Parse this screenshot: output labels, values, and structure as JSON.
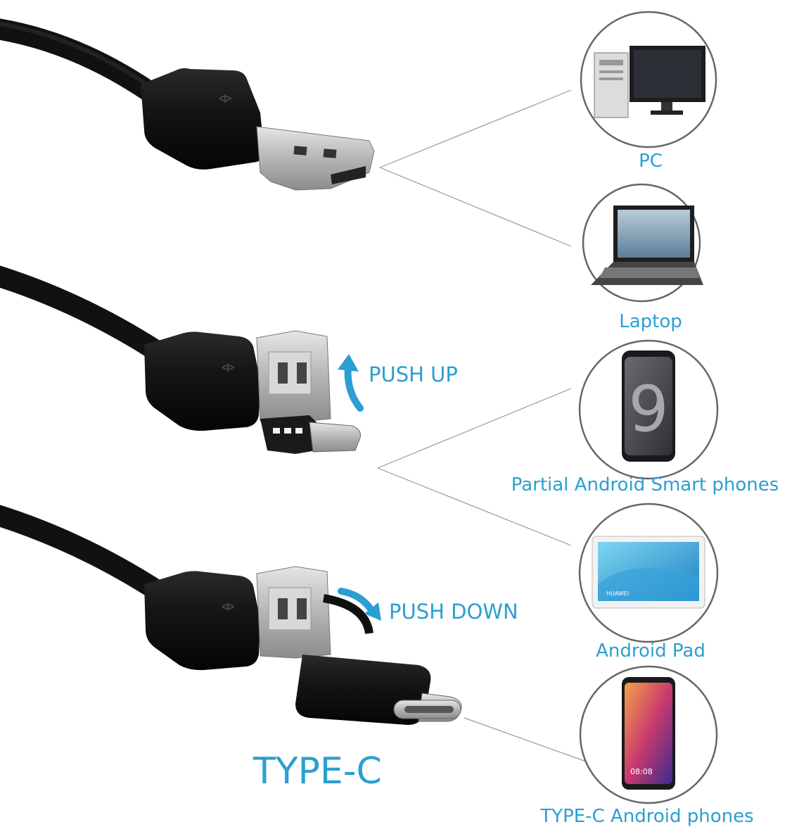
{
  "devices": {
    "pc": "PC",
    "laptop": "Laptop",
    "android_phones": "Partial Android Smart phones",
    "android_pad": "Android Pad",
    "typec_phones": "TYPE-C Android phones"
  },
  "actions": {
    "push_up": "PUSH UP",
    "push_down": "PUSH DOWN"
  },
  "connector_label": "TYPE-C",
  "phone_wallpaper_numeral": "9",
  "tablet_mark": "HUAWEI",
  "phone_clock": "08:08",
  "colors": {
    "label": "#2b9fd1",
    "cable": "#111111",
    "metal": "#bfbfbf",
    "circle": "#666666"
  }
}
